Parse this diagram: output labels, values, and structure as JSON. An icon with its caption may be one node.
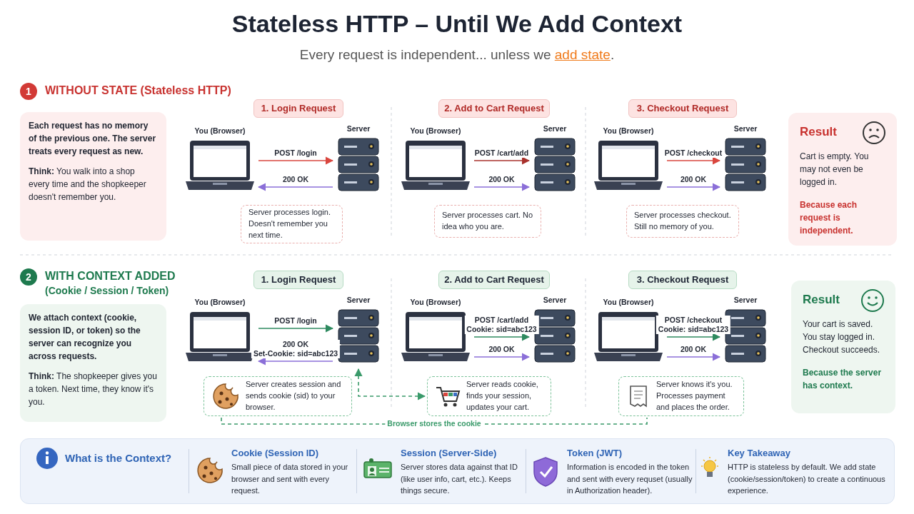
{
  "diagram": {
    "title": "Stateless HTTP – Until We Add Context",
    "nodes": [
      {
        "text": [
          "Each request has no memory of the previous one. The server treats every request as new.",
          "**Think:** You walk into a shop every time and the shopkeeper doesn't remember you."
        ]
      },
      {
        "text": [
          "1. Login Request"
        ]
      },
      {
        "text": [
          "You (Browser)"
        ]
      },
      {
        "text": [
          "Server"
        ]
      },
      {
        "text": [
          "Server processes login. Doesn't remember you next time."
        ]
      },
      {
        "text": [
          "2. Add to Cart Request"
        ]
      },
      {
        "text": [
          "You (Browser)"
        ]
      },
      {
        "text": [
          "Server"
        ]
      },
      {
        "text": [
          "Server processes cart. No idea who you are."
        ]
      },
      {
        "text": [
          "3. Checkout Request"
        ]
      },
      {
        "text": [
          "You (Browser)"
        ]
      },
      {
        "text": [
          "Server"
        ]
      },
      {
        "text": [
          "Server processes checkout. Still no memory of you."
        ]
      },
      {
        "text": [
          "Result",
          "Cart is empty. You may not even be logged in.",
          "Because each request is independent."
        ]
      },
      {
        "text": [
          "We attach context (cookie, session ID, or token) so the server can recognize you across requests.",
          "**Think:** The shopkeeper gives you a token. Next time, they know it's you."
        ]
      },
      {
        "text": [
          "1. Login Request"
        ]
      },
      {
        "text": [
          "You (Browser)"
        ]
      },
      {
        "text": [
          "Server"
        ]
      },
      {
        "text": [
          "Server creates session and sends cookie (sid) to your browser."
        ]
      },
      {
        "text": [
          "2. Add to Cart Request"
        ]
      },
      {
        "text": [
          "You (Browser)"
        ]
      },
      {
        "text": [
          "Server"
        ]
      },
      {
        "text": [
          "Server reads cookie, finds your session, updates your cart."
        ]
      },
      {
        "text": [
          "3. Checkout Request"
        ]
      },
      {
        "text": [
          "You (Browser)"
        ]
      },
      {
        "text": [
          "Server"
        ]
      },
      {
        "text": [
          "Server knows it's you. Processes payment and places the order."
        ]
      },
      {
        "text": [
          "Result",
          "Your cart is saved. You stay logged in. Checkout succeeds.",
          "Because the server has context."
        ]
      },
      {
        "text": [
          "What is the Context?"
        ]
      },
      {
        "text": [
          "Cookie (Session ID)",
          "Small piece of data stored in your browser and sent with every request."
        ],
        "in": 28
      },
      {
        "text": [
          "Session (Server-Side)",
          "Server stores data against that ID (like user info, cart, etc.). Keeps things secure."
        ],
        "in": 28
      },
      {
        "text": [
          "Token (JWT)",
          "Information is encoded in the token and sent with every requset (usually in Authorization header)."
        ],
        "in": 28
      },
      {
        "text": [
          "Key Takeaway",
          "HTTP is stateless by default. We add state (cookie/session/token) to create a continuous experience."
        ],
        "in": 28
      }
    ],
    "edges": [
      {
        "from": 2,
        "to": 3,
        "arrow": "to",
        "label": "POST /login",
        "color": "#d9463e"
      },
      {
        "from": 3,
        "to": 2,
        "arrow": "to",
        "label": "200 OK",
        "color": "#8b6fd8"
      },
      {
        "from": 6,
        "to": 7,
        "arrow": "to",
        "label": "POST /cart/add",
        "color": "#a8322d"
      },
      {
        "from": 6,
        "to": 7,
        "arrow": "to",
        "label": "200 OK",
        "color": "#8b6fd8"
      },
      {
        "from": 10,
        "to": 11,
        "arrow": "to",
        "label": "POST /checkout",
        "color": "#d9463e"
      },
      {
        "from": 10,
        "to": 11,
        "arrow": "to",
        "label": "200 OK",
        "color": "#8b6fd8"
      },
      {
        "from": 16,
        "to": 17,
        "arrow": "to",
        "label": "POST /login",
        "color": "#2e8a5f"
      },
      {
        "from": 17,
        "to": 16,
        "arrow": "to",
        "label": "200 OK Set-Cookie: sid=abc123",
        "color": "#8b6fd8"
      },
      {
        "from": 20,
        "to": 21,
        "arrow": "to",
        "label": "POST /cart/add Cookie: sid=abc123",
        "color": "#2e8a5f"
      },
      {
        "from": 20,
        "to": 21,
        "arrow": "to",
        "label": "200 OK",
        "color": "#8b6fd8"
      },
      {
        "from": 24,
        "to": 25,
        "arrow": "to",
        "label": "POST /checkout Cookie: sid=abc123",
        "color": "#2e8a5f"
      },
      {
        "from": 24,
        "to": 25,
        "arrow": "to",
        "label": "200 OK",
        "color": "#8b6fd8"
      },
      {
        "from": 17,
        "to": 22,
        "arrow": "both",
        "style": "dashed",
        "color": "#3a9a6a"
      },
      {
        "from": 18,
        "to": 26,
        "arrow": "none",
        "style": "dashed",
        "color": "#3a9a6a",
        "label": "Browser stores the cookie"
      }
    ],
    "labels": [
      "Every request is independent... unless we **add state**.",
      "1",
      "WITHOUT STATE (Stateless HTTP)",
      "2",
      "WITH CONTEXT ADDED",
      "(Cookie / Session / Token)"
    ]
  }
}
